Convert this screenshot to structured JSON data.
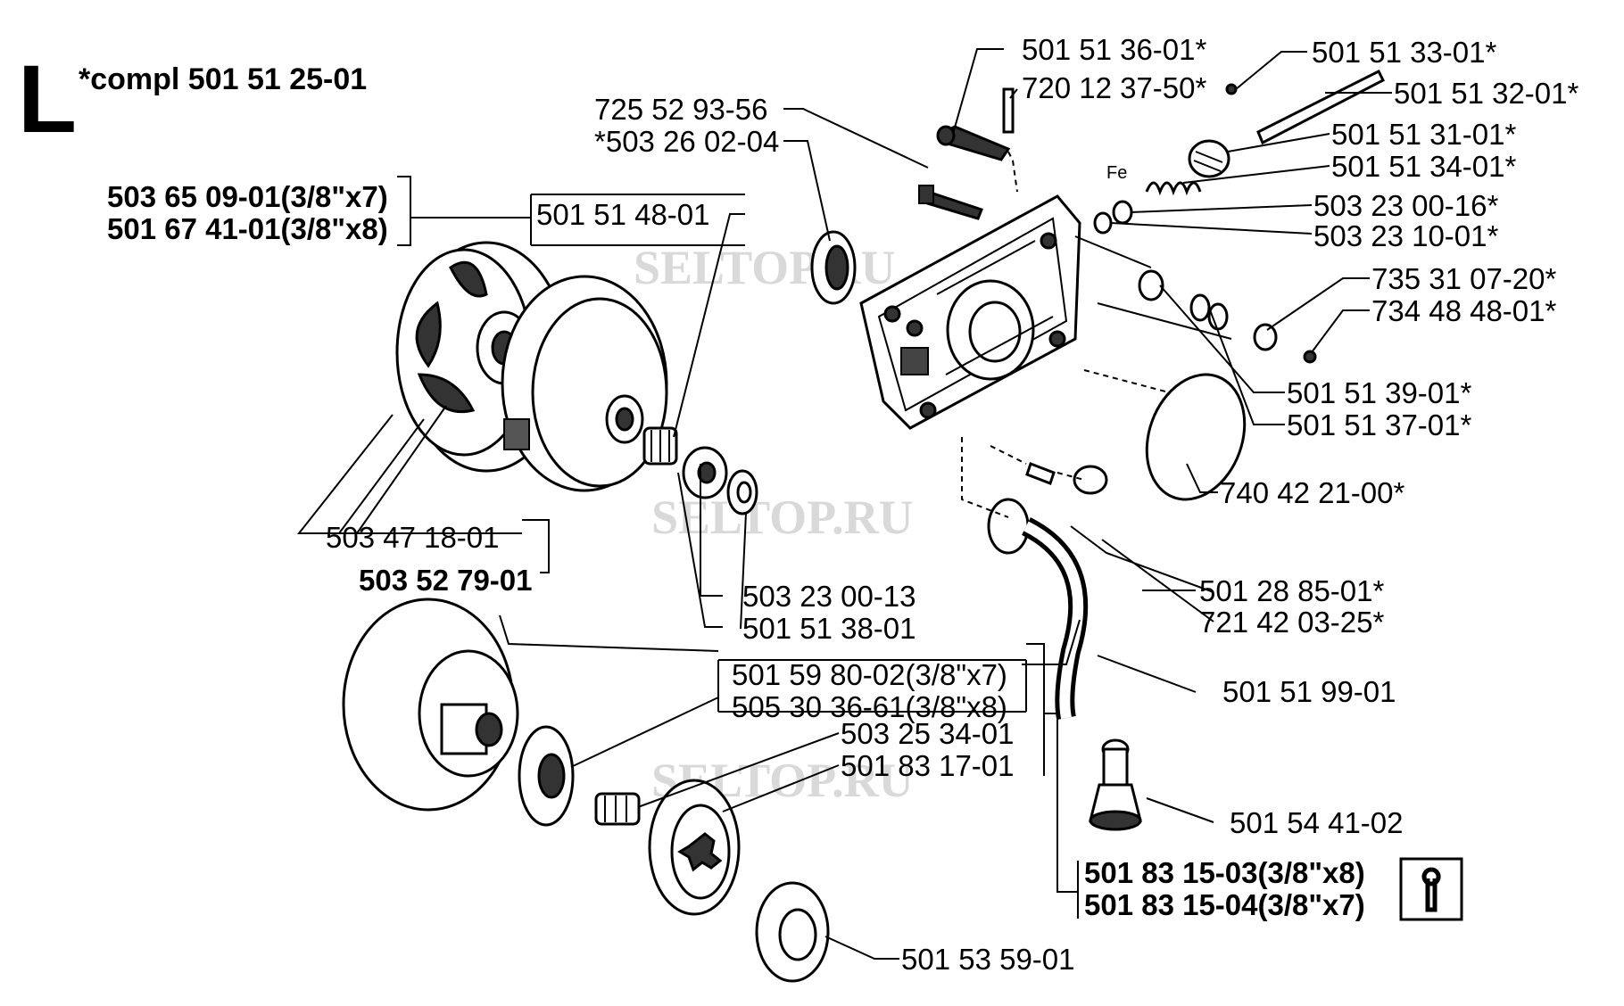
{
  "section_letter": "L",
  "compl_note": "*compl 501 51 25-01",
  "watermark": "SELTOP.RU",
  "labels": {
    "p501513601": "501 51 36-01*",
    "p720123750": "720 12 37-50*",
    "p501513301": "501 51 33-01*",
    "p501513201": "501 51 32-01*",
    "p725529356": "725 52 93-56",
    "p503260204": "*503 26 02-04",
    "p501513101": "501 51 31-01*",
    "p501513401": "501 51 34-01*",
    "fe": "Fe",
    "p503230016": "503 23 00-16*",
    "p503231001": "503 23 10-01*",
    "p735310720": "735 31 07-20*",
    "p734484801": "734 48 48-01*",
    "p501513901": "501 51 39-01*",
    "p501513701": "501 51 37-01*",
    "p740422100": "740 42 21-00*",
    "p503650901": "503 65 09-01(3/8\"x7)",
    "p501674101": "501 67 41-01(3/8\"x8)",
    "p501514801": "501 51 48-01",
    "p503471801": "503 47 18-01",
    "p503527901": "503 52 79-01",
    "p503230013": "503 23 00-13",
    "p501513801": "501 51 38-01",
    "p501288501": "501 28 85-01*",
    "p721420325": "721 42 03-25*",
    "p501519901": "501 51 99-01",
    "p501598002": "501 59 80-02(3/8\"x7)",
    "p505303661": "505 30 36-61(3/8\"x8)",
    "p503253401": "503 25 34-01",
    "p501831701": "501 83 17-01",
    "p501544102": "501 54 41-02",
    "p501831503": "501 83 15-03(3/8\"x8)",
    "p501831504": "501 83 15-04(3/8\"x7)",
    "p501535901": "501 53 59-01"
  }
}
